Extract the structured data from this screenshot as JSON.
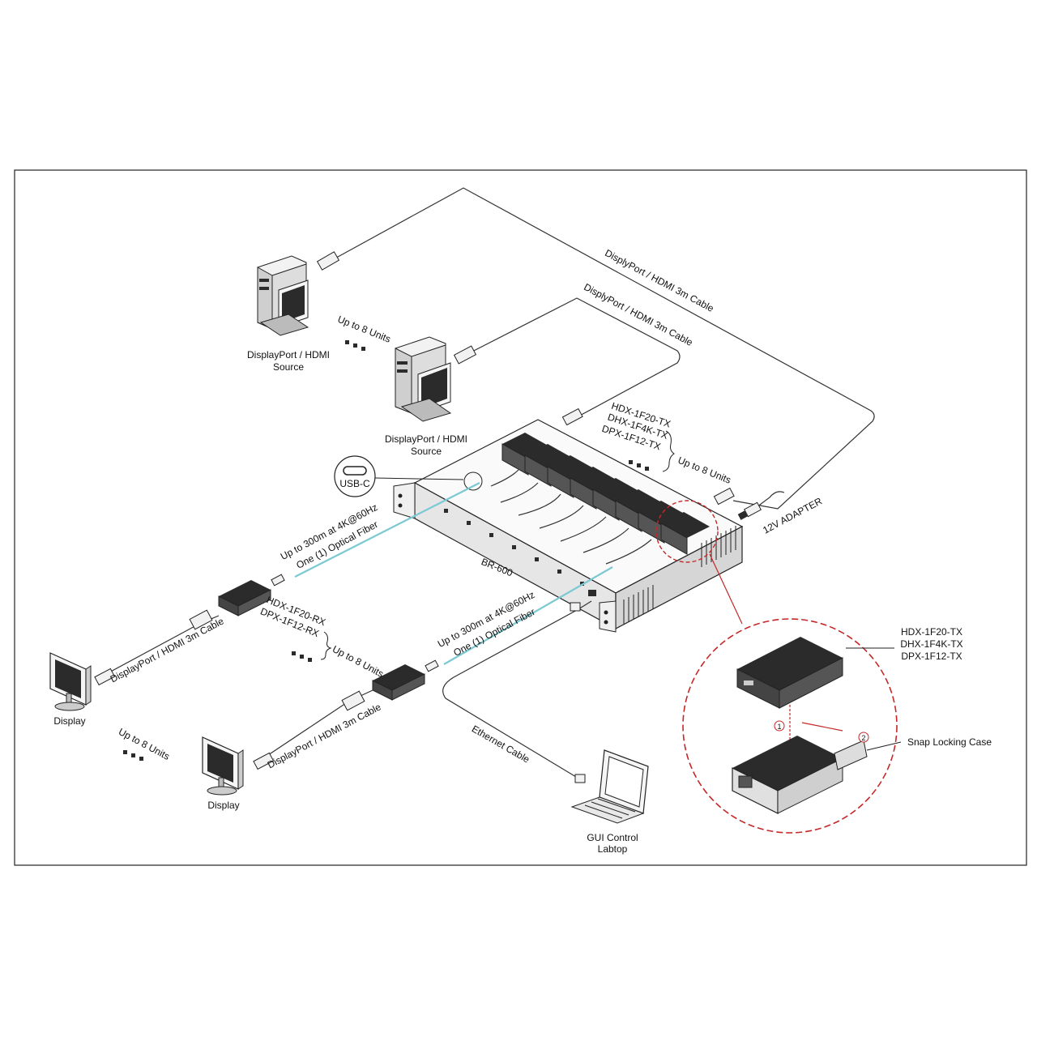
{
  "labels": {
    "source1": [
      "DisplayPort / HDMI",
      "Source"
    ],
    "source2": [
      "DisplayPort / HDMI",
      "Source"
    ],
    "up_to_8_source": "Up to 8 Units",
    "cable_top1": "DisplyPort / HDMI 3m Cable",
    "cable_top2": "DisplyPort / HDMI 3m Cable",
    "tx_models": [
      "HDX-1F20-TX",
      "DHX-1F4K-TX",
      "DPX-1F12-TX"
    ],
    "tx_up_to_8": "Up to 8 Units",
    "usb_c": "USB-C",
    "adapter": "12V ADAPTER",
    "chassis": "BR-600",
    "fiber1": [
      "Up to 300m at 4K@60Hz",
      "One (1) Optical Fiber"
    ],
    "fiber2": [
      "Up to 300m at 4K@60Hz",
      "One (1) Optical Fiber"
    ],
    "rx_models": [
      "HDX-1F20-RX",
      "DPX-1F12-RX"
    ],
    "rx_up_to_8": "Up to 8 Units",
    "cable_disp1": "DisplayPort / HDMI 3m Cable",
    "cable_disp2": "DisplayPort / HDMI 3m Cable",
    "display1": "Display",
    "display2": "Display",
    "up_to_8_display": "Up to 8 Units",
    "ethernet": "Ethernet Cable",
    "laptop": [
      "GUI Control",
      "Labtop"
    ],
    "zoom_models": [
      "HDX-1F20-TX",
      "DHX-1F4K-TX",
      "DPX-1F12-TX"
    ],
    "snap": "Snap Locking Case",
    "step1": "1",
    "step2": "2"
  },
  "colors": {
    "fiber": "#7cc9d3",
    "callout": "#c62828",
    "outline": "#222222"
  }
}
